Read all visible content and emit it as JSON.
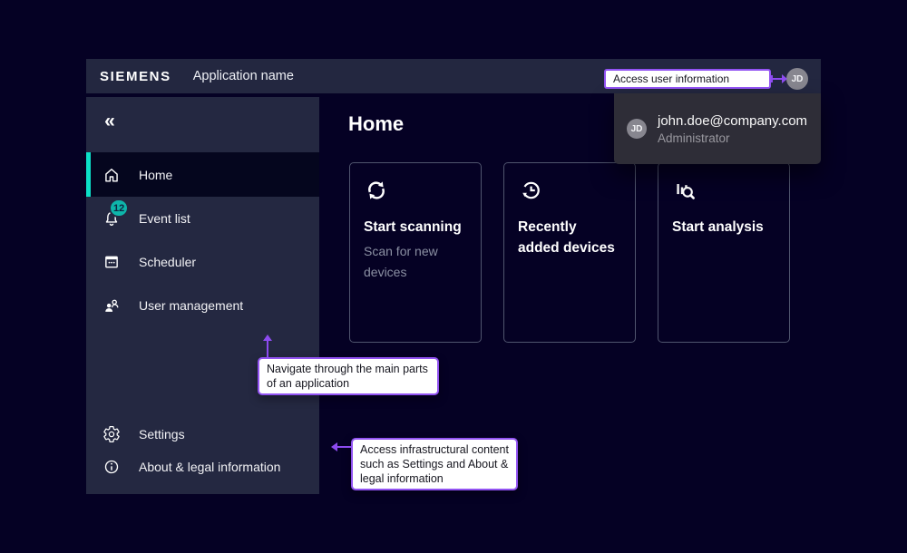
{
  "colors": {
    "accent_teal": "#0CDFC7",
    "badge_teal": "#0EB5AA",
    "annotation_purple": "#9253F2",
    "header_bg": "#232740",
    "sidebar_bg": "#242841",
    "page_bg": "#050124",
    "dropdown_bg": "#2E2D37"
  },
  "header": {
    "brand": "SIEMENS",
    "app_name": "Application name",
    "avatar_initials": "JD"
  },
  "user_menu": {
    "avatar_initials": "JD",
    "email": "john.doe@company.com",
    "role": "Administrator"
  },
  "sidebar": {
    "collapse_icon": "«",
    "items": [
      {
        "label": "Home",
        "icon": "home-icon",
        "active": true
      },
      {
        "label": "Event list",
        "icon": "bell-icon",
        "badge": "12"
      },
      {
        "label": "Scheduler",
        "icon": "scheduler-icon"
      },
      {
        "label": "User management",
        "icon": "users-icon"
      }
    ],
    "footer_items": [
      {
        "label": "Settings",
        "icon": "gear-icon"
      },
      {
        "label": "About & legal information",
        "icon": "info-icon"
      }
    ]
  },
  "main": {
    "title": "Home",
    "cards": [
      {
        "title": "Start scanning",
        "subtitle": "Scan for new devices",
        "icon": "refresh-icon"
      },
      {
        "title": "Recently added devices",
        "subtitle": "",
        "icon": "history-icon"
      },
      {
        "title": "Start analysis",
        "subtitle": "",
        "icon": "analysis-icon"
      }
    ]
  },
  "annotations": {
    "user_info": {
      "text": "Access user information"
    },
    "navigation": {
      "lines": [
        "Navigate through the main parts",
        "of an application"
      ]
    },
    "infrastructure": {
      "lines": [
        "Access infrastructural content",
        "such as Settings and About &",
        "legal information"
      ]
    }
  }
}
